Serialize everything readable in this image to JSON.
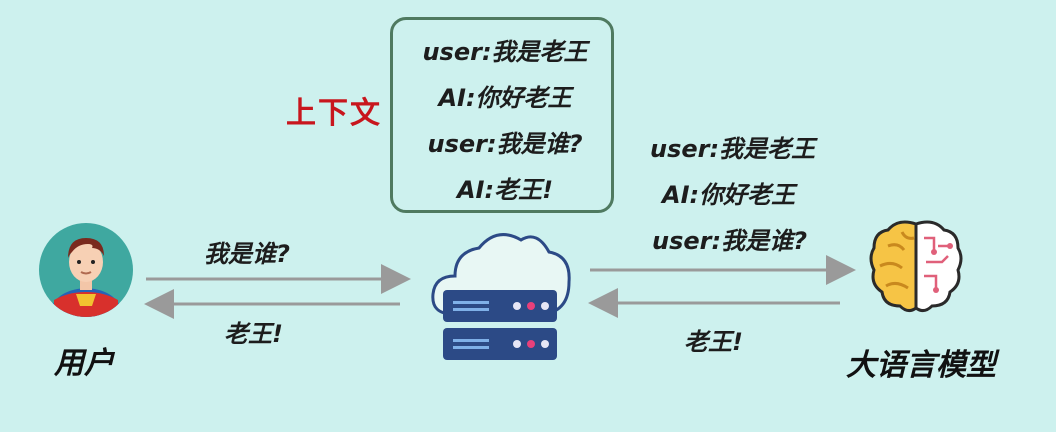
{
  "context_label": "上下文",
  "context_lines": [
    "user:我是老王",
    "AI:你好老王",
    "user:我是谁?",
    "AI:老王!"
  ],
  "user_label": "用户",
  "llm_label": "大语言模型",
  "user_to_server": "我是谁?",
  "server_to_user": "老王!",
  "server_to_llm_lines": [
    "user:我是老王",
    "AI:你好老王",
    "user:我是谁?"
  ],
  "llm_to_server": "老王!",
  "colors": {
    "background": "#cdf1ee",
    "context_border": "#4f7a60",
    "context_label": "#c8161d",
    "arrow": "#9a9a9a",
    "server": "#2c4a86",
    "cloud_outline": "#2c4a86"
  },
  "icons": {
    "user": "superhero-avatar-icon",
    "server": "cloud-server-icon",
    "llm": "brain-chip-icon"
  }
}
